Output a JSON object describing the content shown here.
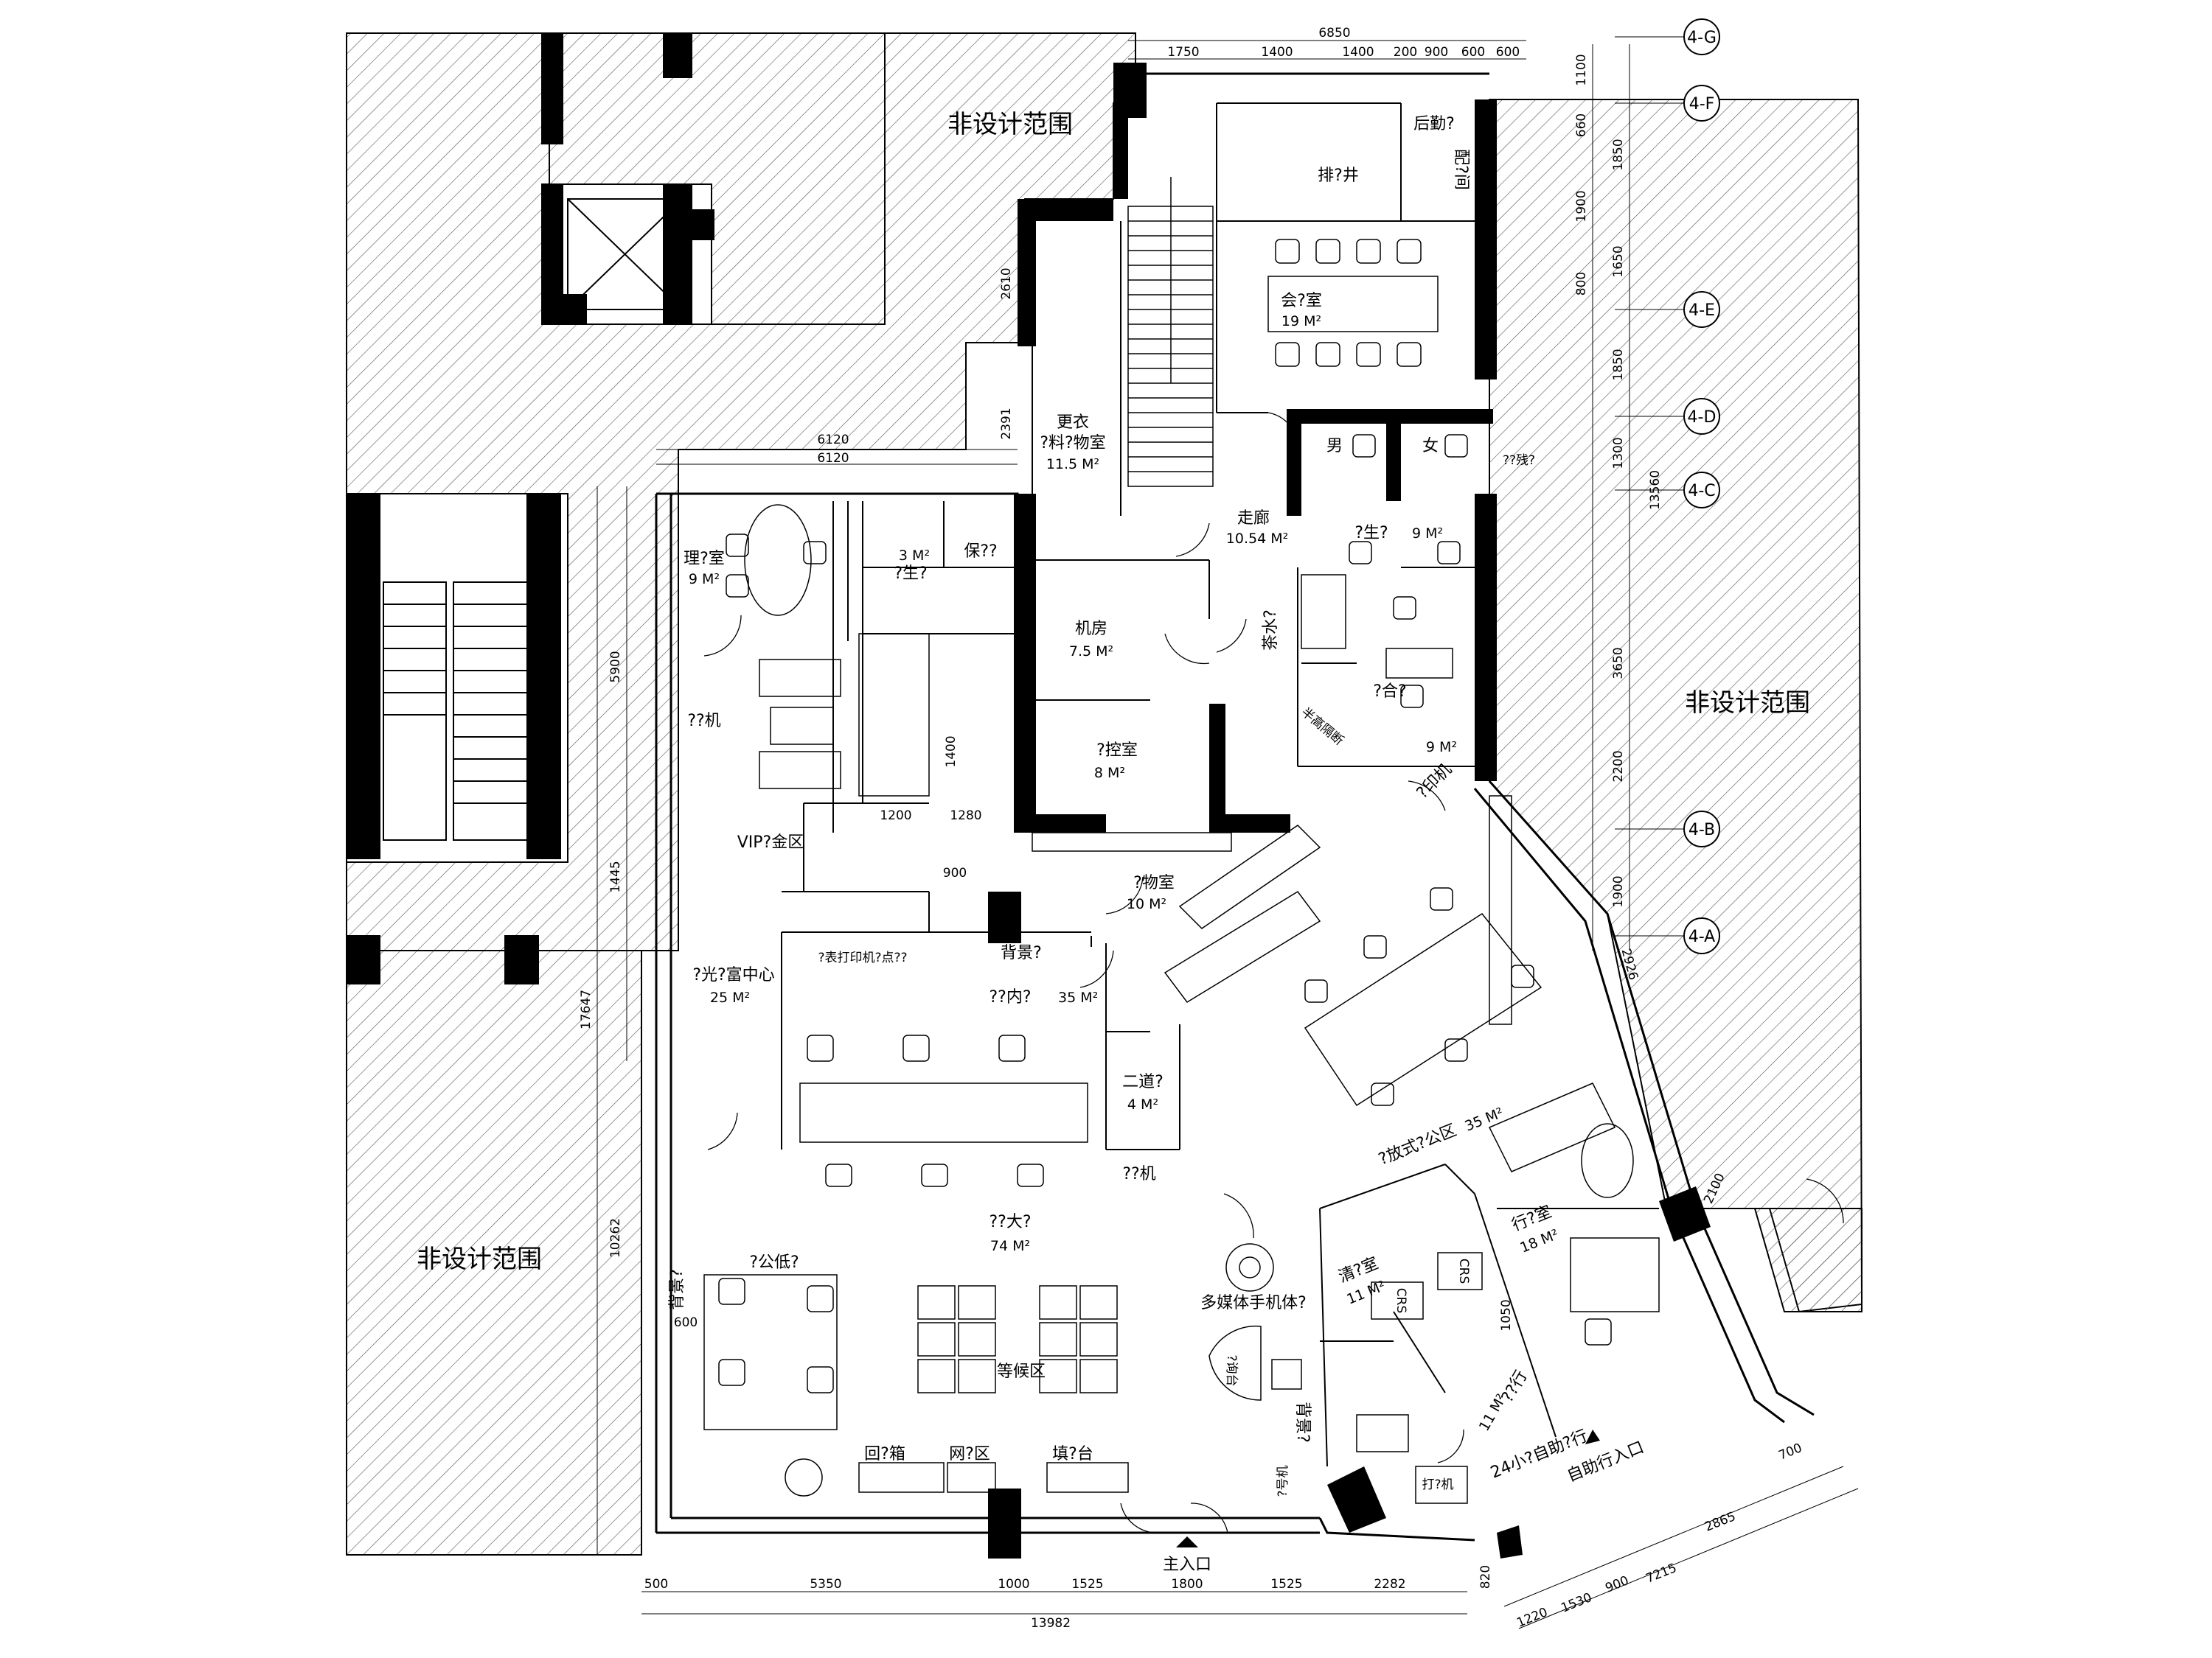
{
  "rooms": {
    "manager": {
      "name": "理?室",
      "area": "9 M²"
    },
    "changing": {
      "name": "更衣",
      "name2": "?料?物室",
      "area": "11.5 M²"
    },
    "corridor": {
      "name": "走廊",
      "area": "10.54 M²"
    },
    "toilet_right": {
      "name": "?生?",
      "area": "9 M²"
    },
    "toilet_left": {
      "name": "?生?",
      "area": "3 M²"
    },
    "safe": {
      "name": "保??"
    },
    "machine": {
      "name": "机房",
      "area": "7.5 M²"
    },
    "control": {
      "name": "?控室",
      "area": "8 M²"
    },
    "storage": {
      "name": "?物室",
      "area": "10 M²"
    },
    "meeting": {
      "name": "会?室",
      "area": "19 M²"
    },
    "back_office": {
      "name": "后勤?"
    },
    "distribution": {
      "name": "配?间"
    },
    "exhaust": {
      "name": "排?井"
    },
    "office_9": {
      "name": "?合?",
      "area": "9 M²"
    },
    "wealth_center": {
      "name": "?光?富中心",
      "area": "25 M²"
    },
    "teller": {
      "name": "??内?",
      "area": "35 M²"
    },
    "second_door": {
      "name": "二道?",
      "area": "4 M²"
    },
    "open_office": {
      "name": "?放式?公区",
      "area": "35 M²"
    },
    "president": {
      "name": "行?室",
      "area": "18 M²"
    },
    "cash": {
      "name": "清?室",
      "area": "11 M²"
    },
    "atm_room": {
      "name": "??行",
      "area": "11 M²"
    },
    "lobby": {
      "name": "??大?",
      "area": "74 M²"
    }
  },
  "labels": {
    "non_design_1": "非设计范围",
    "non_design_2": "非设计范围",
    "non_design_3": "非设计范围",
    "vip": "VIP?金区",
    "atm_area": "??机",
    "atm_lobby": "??机",
    "printer": "?印机",
    "tea": "茶水?",
    "half_partition": "半高隔断",
    "counter_low": "?公低?",
    "background_wall": "背景?",
    "background_wall_2": "背景?",
    "background_wall_3": "背景?",
    "waiting": "等候区",
    "multimedia": "多媒体手机体?",
    "recycle": "回?箱",
    "net": "网?区",
    "form_desk": "填?台",
    "main_entrance": "主入口",
    "self_entrance": "自助行入口",
    "self_service_24h": "24小?自助?行",
    "male": "男",
    "female": "女",
    "clean": "??残?",
    "queue": "?号机",
    "inquiry": "?询台",
    "print_point": "?表打印机?点??",
    "crs1": "CRS",
    "crs2": "CRS",
    "atm_label": "打?机"
  },
  "grid_axes": [
    "4-G",
    "4-F",
    "4-E",
    "4-D",
    "4-C",
    "4-B",
    "4-A"
  ],
  "dims": {
    "top_total": "6850",
    "top": [
      "1750",
      "1400",
      "1400",
      "200",
      "900",
      "600",
      "600"
    ],
    "right": [
      "1100",
      "660",
      "1850",
      "1900",
      "800",
      "1650",
      "1850",
      "1300",
      "3650",
      "2200",
      "1900"
    ],
    "right_total": "13560",
    "bottom": [
      "500",
      "5350",
      "1000",
      "1525",
      "1800",
      "1525",
      "2282"
    ],
    "bottom_total": "13982",
    "bottom_right": [
      "1220",
      "1530",
      "900",
      "7215",
      "2865",
      "700",
      "820"
    ],
    "left": [
      "5900",
      "1445",
      "17647",
      "10262"
    ],
    "upper": [
      "6120",
      "6120",
      "2391",
      "2610"
    ],
    "misc": [
      "1200",
      "1280",
      "1400",
      "900",
      "600",
      "1050",
      "2926",
      "2100"
    ]
  }
}
